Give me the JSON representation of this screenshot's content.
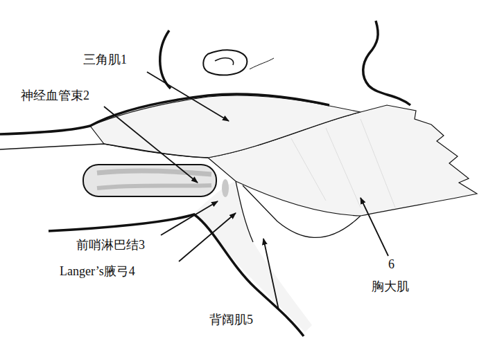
{
  "diagram": {
    "labels": [
      "三角肌1",
      "神经血管束2",
      "前哨淋巴结3",
      "Langer’s腋弓4",
      "背阔肌5",
      "6",
      "胸大肌"
    ]
  }
}
